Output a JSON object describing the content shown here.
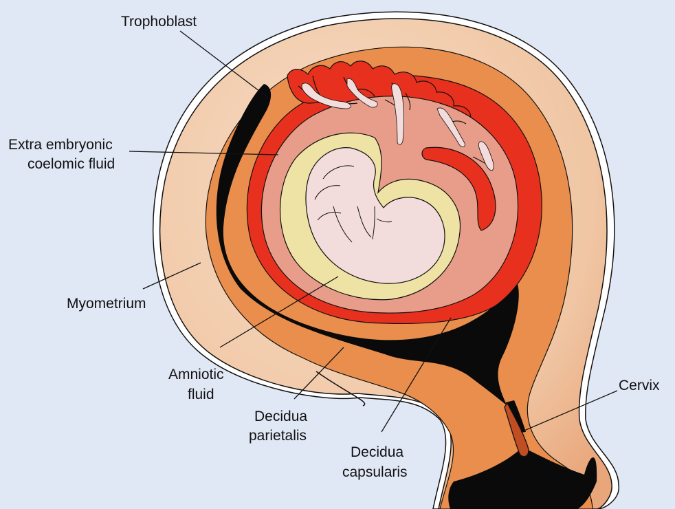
{
  "labels": {
    "trophoblast": "Trophoblast",
    "extra_embryonic_line1": "Extra embryonic",
    "extra_embryonic_line2": "coelomic fluid",
    "myometrium": "Myometrium",
    "amniotic_line1": "Amniotic",
    "amniotic_line2": "fluid",
    "parietalis_line1": "Decidua",
    "parietalis_line2": "parietalis",
    "capsularis_line1": "Decidua",
    "capsularis_line2": "capsularis",
    "cervix": "Cervix"
  },
  "colors": {
    "background": "#e0e7f5",
    "myometrium": "#f2cfb4",
    "decidua": "#e98e4c",
    "cavity": "#0a0a0a",
    "chorion_red": "#e8301e",
    "coelom": "#e89d8a",
    "amnion": "#efe2a5",
    "embryo": "#f2dcdc",
    "cervix": "#c04e22"
  }
}
